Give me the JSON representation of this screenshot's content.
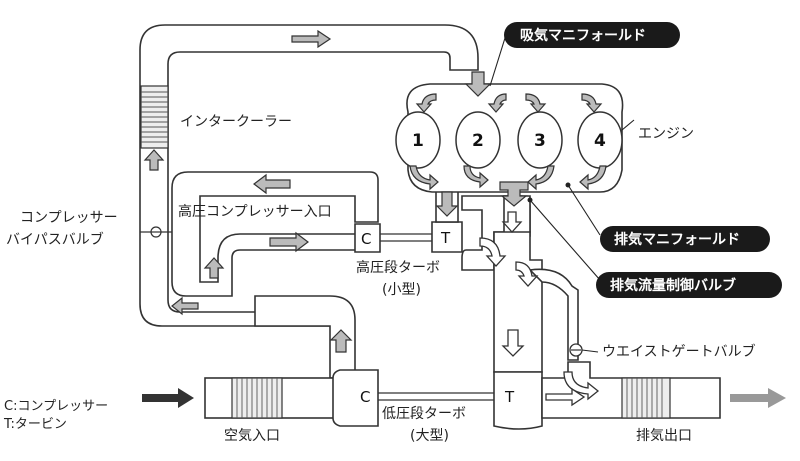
{
  "labels": {
    "intake_manifold": "吸気マニフォールド",
    "engine": "エンジン",
    "intercooler": "インタークーラー",
    "compressor_bypass_valve_line1": "コンプレッサー",
    "compressor_bypass_valve_line2": "バイパスバルブ",
    "hp_compressor_inlet": "高圧コンプレッサー入口",
    "hp_turbo_line1": "高圧段ターボ",
    "hp_turbo_line2": "(小型)",
    "exhaust_manifold": "排気マニフォールド",
    "exhaust_flow_control_valve": "排気流量制御バルブ",
    "wastegate_valve": "ウエイストゲートバルブ",
    "lp_turbo_line1": "低圧段ターボ",
    "lp_turbo_line2": "(大型)",
    "air_inlet": "空気入口",
    "exhaust_outlet": "排気出口",
    "legend_compressor": "C:コンプレッサー",
    "legend_turbine": "T:タービン"
  },
  "cylinders": [
    "1",
    "2",
    "3",
    "4"
  ],
  "component_letters": {
    "hp_compressor": "C",
    "hp_turbine": "T",
    "lp_compressor": "C",
    "lp_turbine": "T"
  },
  "colors": {
    "pill_bg": "#1a1a1a",
    "pill_text": "#ffffff",
    "pipe_stroke": "#333333",
    "arrow_fill": "#bbbbbb"
  }
}
